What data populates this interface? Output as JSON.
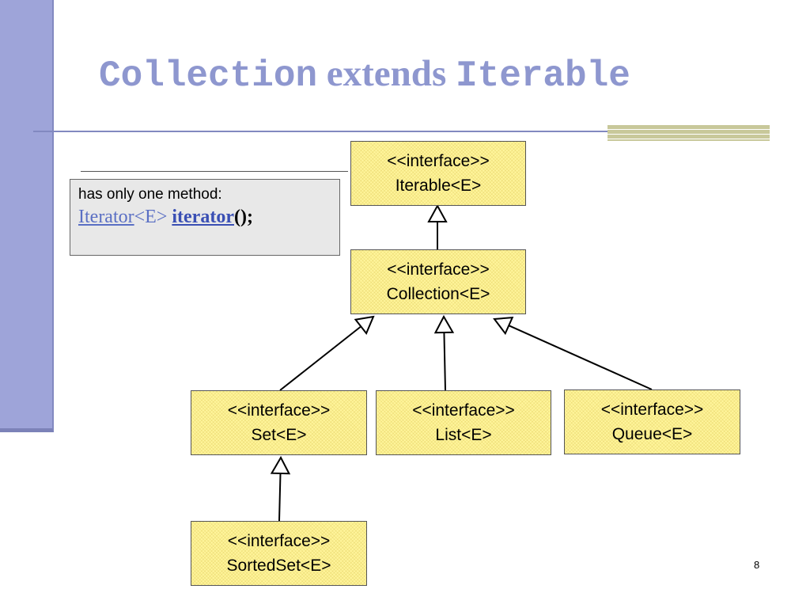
{
  "slide": {
    "title": {
      "part1": "Collection",
      "part2": " extends ",
      "part3": "Iterable"
    },
    "page_number": "8"
  },
  "note": {
    "text": "has only one method:",
    "code": {
      "type": "Iterator",
      "generic": "<E> ",
      "method": "iterator",
      "suffix": "();"
    }
  },
  "diagram": {
    "stereotype": "<<interface>>",
    "nodes": {
      "iterable": {
        "name": "Iterable<E>"
      },
      "collection": {
        "name": "Collection<E>"
      },
      "set": {
        "name": "Set<E>"
      },
      "list": {
        "name": "List<E>"
      },
      "queue": {
        "name": "Queue<E>"
      },
      "sortedset": {
        "name": "SortedSet<E>"
      }
    },
    "edges": [
      {
        "from": "collection",
        "to": "iterable"
      },
      {
        "from": "set",
        "to": "collection"
      },
      {
        "from": "list",
        "to": "collection"
      },
      {
        "from": "queue",
        "to": "collection"
      },
      {
        "from": "sortedset",
        "to": "set"
      }
    ]
  }
}
